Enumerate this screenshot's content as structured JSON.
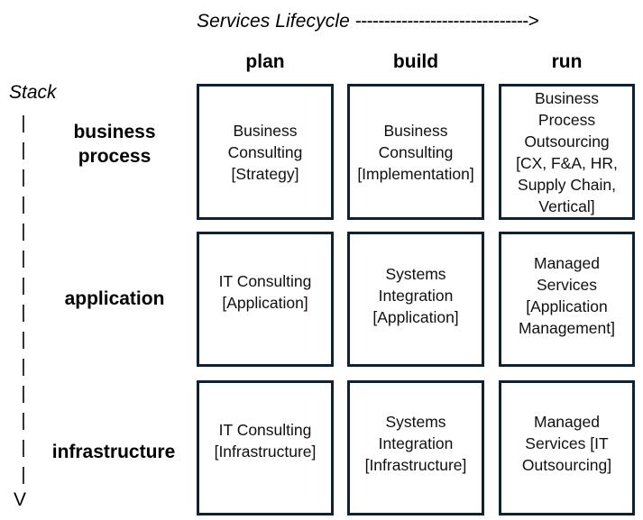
{
  "diagram": {
    "title_axis_x": {
      "label": "Services Lifecycle",
      "arrow": "------------------------------>"
    },
    "title_axis_y": {
      "label": "Stack",
      "shaft_segments": [
        "|",
        "|",
        "|",
        "|",
        "|",
        "|",
        "|",
        "|",
        "|",
        "|",
        "|",
        "|",
        "|",
        "|"
      ],
      "arrow_head": "V"
    },
    "colors": {
      "cell_border": "#0d2333",
      "text": "#101010",
      "background": "#ffffff"
    },
    "columns": [
      {
        "key": "plan",
        "label": "plan"
      },
      {
        "key": "build",
        "label": "build"
      },
      {
        "key": "run",
        "label": "run"
      }
    ],
    "rows": [
      {
        "key": "business-process",
        "label": "business process"
      },
      {
        "key": "application",
        "label": "application"
      },
      {
        "key": "infrastructure",
        "label": "infrastructure"
      }
    ],
    "cells": [
      [
        {
          "text": "Business Consulting [Strategy]"
        },
        {
          "text": "Business Consulting [Implementation]"
        },
        {
          "text": "Business Process Outsourcing [CX, F&A, HR, Supply Chain, Vertical]"
        }
      ],
      [
        {
          "text": "IT Consulting [Application]"
        },
        {
          "text": "Systems Integration [Application]"
        },
        {
          "text": "Managed Services [Application Management]"
        }
      ],
      [
        {
          "text": "IT Consulting [Infrastructure]"
        },
        {
          "text": "Systems Integration [Infrastructure]"
        },
        {
          "text": "Managed Services [IT Outsourcing]"
        }
      ]
    ]
  }
}
